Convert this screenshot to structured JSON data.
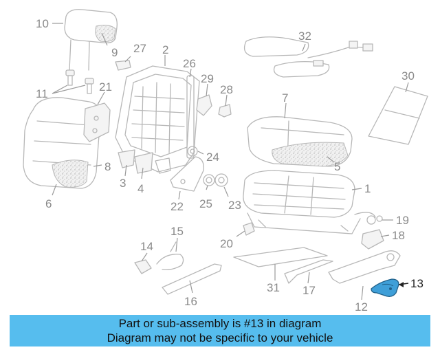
{
  "banner": {
    "line1": "Part or sub-assembly is #13 in diagram",
    "line2": "Diagram may not be specific to your vehicle"
  },
  "highlight_color": "#3f9fd8",
  "banner_color": "#56bdee",
  "callouts": {
    "c1": "1",
    "c2": "2",
    "c3": "3",
    "c4": "4",
    "c5": "5",
    "c6": "6",
    "c7": "7",
    "c8": "8",
    "c9": "9",
    "c10": "10",
    "c11": "11",
    "c12": "12",
    "c13": "13",
    "c14": "14",
    "c15": "15",
    "c16": "16",
    "c17": "17",
    "c18": "18",
    "c19": "19",
    "c20": "20",
    "c21": "21",
    "c22": "22",
    "c23": "23",
    "c24": "24",
    "c25": "25",
    "c26": "26",
    "c27": "27",
    "c28": "28",
    "c29": "29",
    "c30": "30",
    "c31": "31",
    "c32": "32"
  }
}
